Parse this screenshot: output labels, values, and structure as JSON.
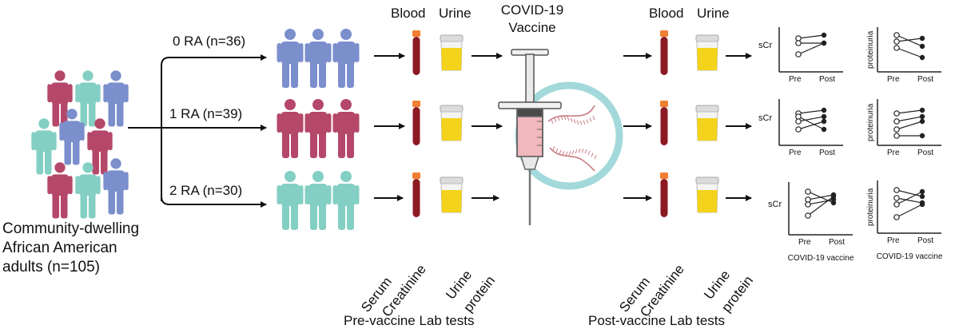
{
  "population": {
    "line1": "Community-dwelling",
    "line2": "African American",
    "line3": "adults (n=105)"
  },
  "groups": [
    {
      "label": "0 RA (n=36)",
      "color": "#7b8fcd"
    },
    {
      "label": "1 RA (n=39)",
      "color": "#b5486a"
    },
    {
      "label": "2 RA (n=30)",
      "color": "#84cfc4"
    }
  ],
  "samples": {
    "blood": "Blood",
    "urine": "Urine"
  },
  "vaccine": {
    "line1": "COVID-19",
    "line2": "Vaccine"
  },
  "tests": {
    "serum": "Serum",
    "creatinine": "Creatinine",
    "urine": "Urine",
    "protein": "protein"
  },
  "sections": {
    "pre": "Pre-vaccine Lab tests",
    "post": "Post-vaccine Lab tests"
  },
  "minicharts": {
    "scr_label": "sCr",
    "prot_label": "proteinuria",
    "pre": "Pre",
    "post": "Post",
    "caption": "COVID-19 vaccine"
  },
  "colors": {
    "tube": "#8b1a22",
    "cap": "#f07f32",
    "urine": "#f3d31c",
    "syringe_fluid": "#f1b8bd",
    "ring": "#a3d9da",
    "rna": "#c97a80"
  }
}
